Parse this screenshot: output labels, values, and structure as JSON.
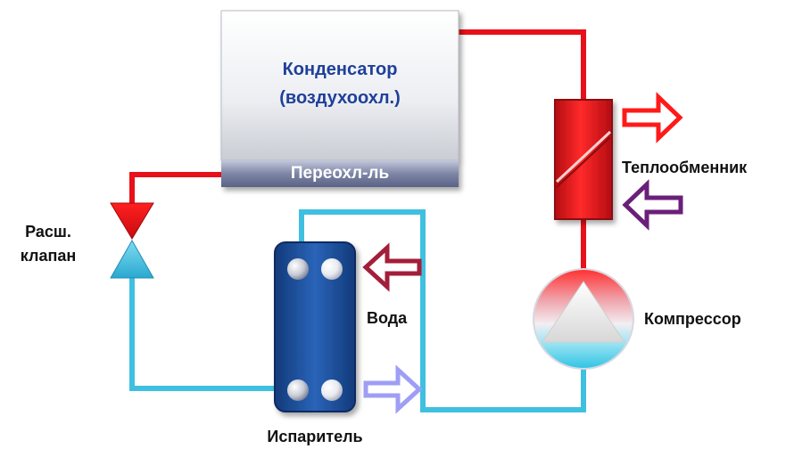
{
  "condenser": {
    "title_line1": "Конденсатор",
    "title_line2": "(воздухоохл.)",
    "subcooler": "Переохл-ль"
  },
  "heat_exchanger": {
    "label": "Теплообменник"
  },
  "expansion_valve": {
    "label_line1": "Расш.",
    "label_line2": "клапан"
  },
  "evaporator": {
    "label": "Испаритель"
  },
  "water": {
    "label": "Вода"
  },
  "compressor": {
    "label": "Компрессор"
  },
  "colors": {
    "hot_line": "#e8101a",
    "cold_line": "#3fc0e0",
    "condenser_title": "#1f3f9a",
    "evaporator_body": "#1b4f9c",
    "water_in_arrow": "#a31e3a",
    "water_out_arrow": "#9e9ef5",
    "heat_out_arrow": "#ff1a1a",
    "heat_in_arrow": "#6a1f7a"
  }
}
